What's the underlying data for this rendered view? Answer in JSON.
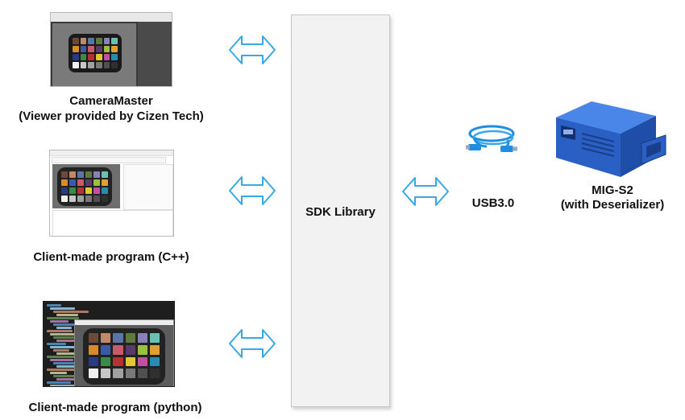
{
  "nodes": {
    "cameramaster": {
      "title": "CameraMaster",
      "subtitle": "(Viewer provided by Cizen Tech)"
    },
    "cpp_program": {
      "title": "Client-made program (C++)"
    },
    "python_program": {
      "title": "Client-made program (python)"
    },
    "sdk": {
      "title": "SDK Library"
    },
    "usb": {
      "title": "USB3.0"
    },
    "mig": {
      "title": "MIG-S2",
      "subtitle": "(with Deserializer)"
    }
  },
  "colors": {
    "arrow_stroke": "#39a9e6",
    "arrow_fill": "#ffffff",
    "device_blue": "#2a5fc4",
    "cable_blue": "#1e8fe0"
  },
  "icons": [
    "double-arrow-icon",
    "usb-cable-icon",
    "mig-device-icon"
  ],
  "chart_colors": [
    "#6b4a3a",
    "#c08a6a",
    "#5a76a8",
    "#5f7a3e",
    "#8a80b8",
    "#6cc0b0",
    "#d98a2a",
    "#3c5aa8",
    "#c85a6a",
    "#5a3a6a",
    "#9ac040",
    "#e0a030",
    "#2a3a8a",
    "#3a8a4a",
    "#b83030",
    "#e0c830",
    "#c050a0",
    "#2a8ab0",
    "#f0f0f0",
    "#c8c8c8",
    "#a0a0a0",
    "#787878",
    "#505050",
    "#303030"
  ]
}
